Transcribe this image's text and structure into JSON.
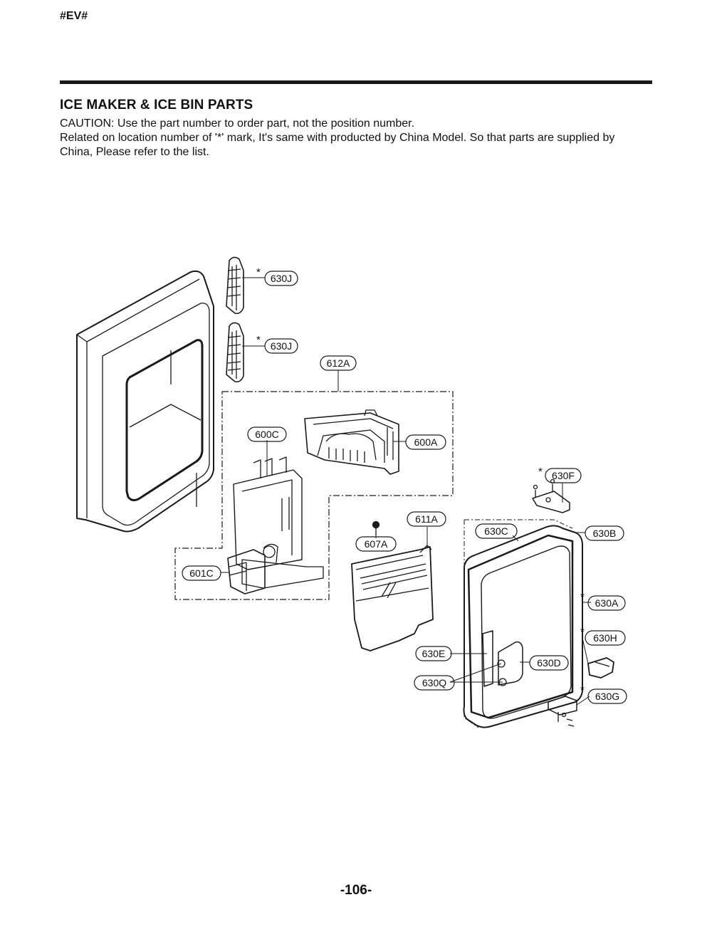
{
  "header": {
    "code": "#EV#"
  },
  "section": {
    "title": "ICE MAKER & ICE BIN PARTS",
    "caution": "CAUTION: Use the part number to order part, not the position number.",
    "note": "Related on location number of '*' mark, It's same with producted by China Model. So that parts are supplied by China, Please refer to the list."
  },
  "diagram": {
    "mark": "*",
    "labels": {
      "630J_top": "630J",
      "630J_mid": "630J",
      "612A": "612A",
      "600C": "600C",
      "600A": "600A",
      "630F": "630F",
      "611A": "611A",
      "630C": "630C",
      "630B": "630B",
      "607A": "607A",
      "601C": "601C",
      "630A": "630A",
      "630H": "630H",
      "630E": "630E",
      "630D": "630D",
      "630Q": "630Q",
      "630G": "630G"
    }
  },
  "footer": {
    "page": "-106-"
  }
}
